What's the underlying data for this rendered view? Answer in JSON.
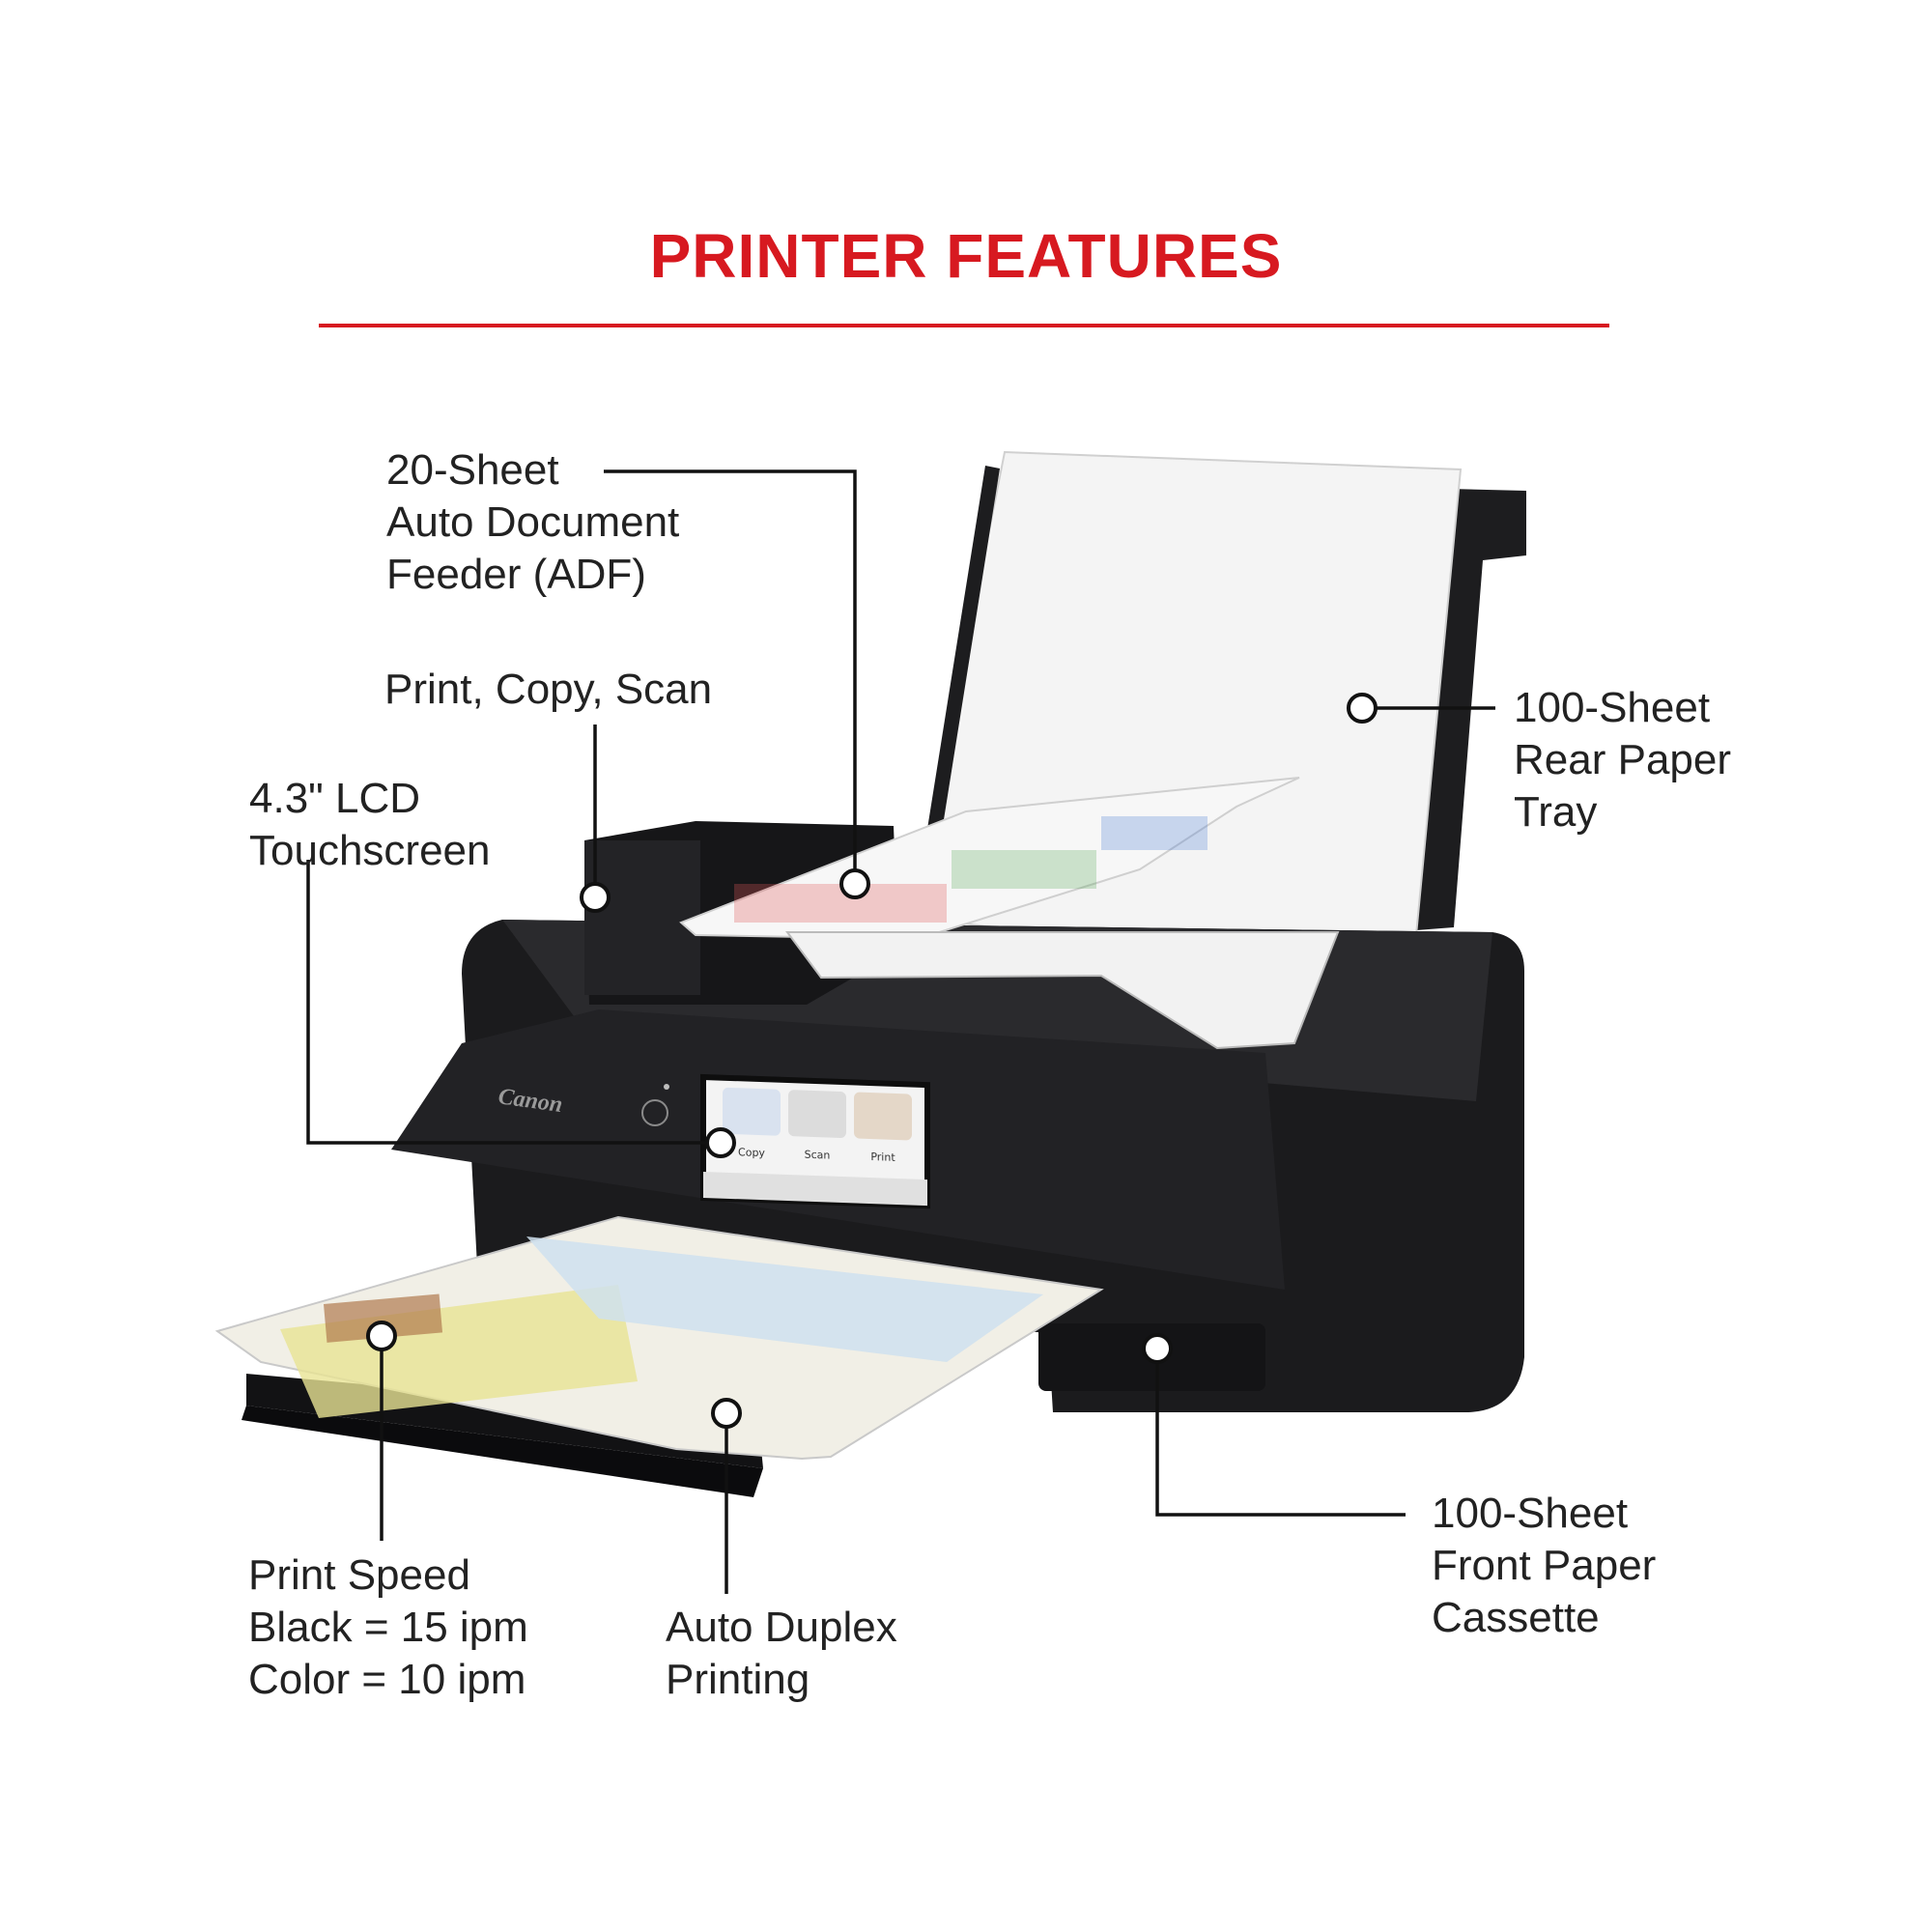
{
  "title": "PRINTER FEATURES",
  "colors": {
    "accent": "#d71920",
    "printer_body": "#1b1b1d",
    "paper": "#f6f6f6"
  },
  "product": {
    "brand": "Canon",
    "screen_tiles": [
      "Copy",
      "Scan",
      "Print"
    ]
  },
  "callouts": [
    {
      "id": "adf",
      "lines": [
        "20-Sheet",
        "Auto Document",
        "Feeder (ADF)"
      ]
    },
    {
      "id": "functions",
      "lines": [
        "Print, Copy, Scan"
      ]
    },
    {
      "id": "lcd",
      "lines": [
        "4.3\" LCD",
        "Touchscreen"
      ]
    },
    {
      "id": "rear-tray",
      "lines": [
        "100-Sheet",
        "Rear Paper",
        "Tray"
      ]
    },
    {
      "id": "speed",
      "lines": [
        "Print Speed",
        "Black = 15 ipm",
        "Color = 10 ipm"
      ]
    },
    {
      "id": "duplex",
      "lines": [
        "Auto Duplex",
        "Printing"
      ]
    },
    {
      "id": "front-cassette",
      "lines": [
        "100-Sheet",
        "Front Paper",
        "Cassette"
      ]
    }
  ]
}
